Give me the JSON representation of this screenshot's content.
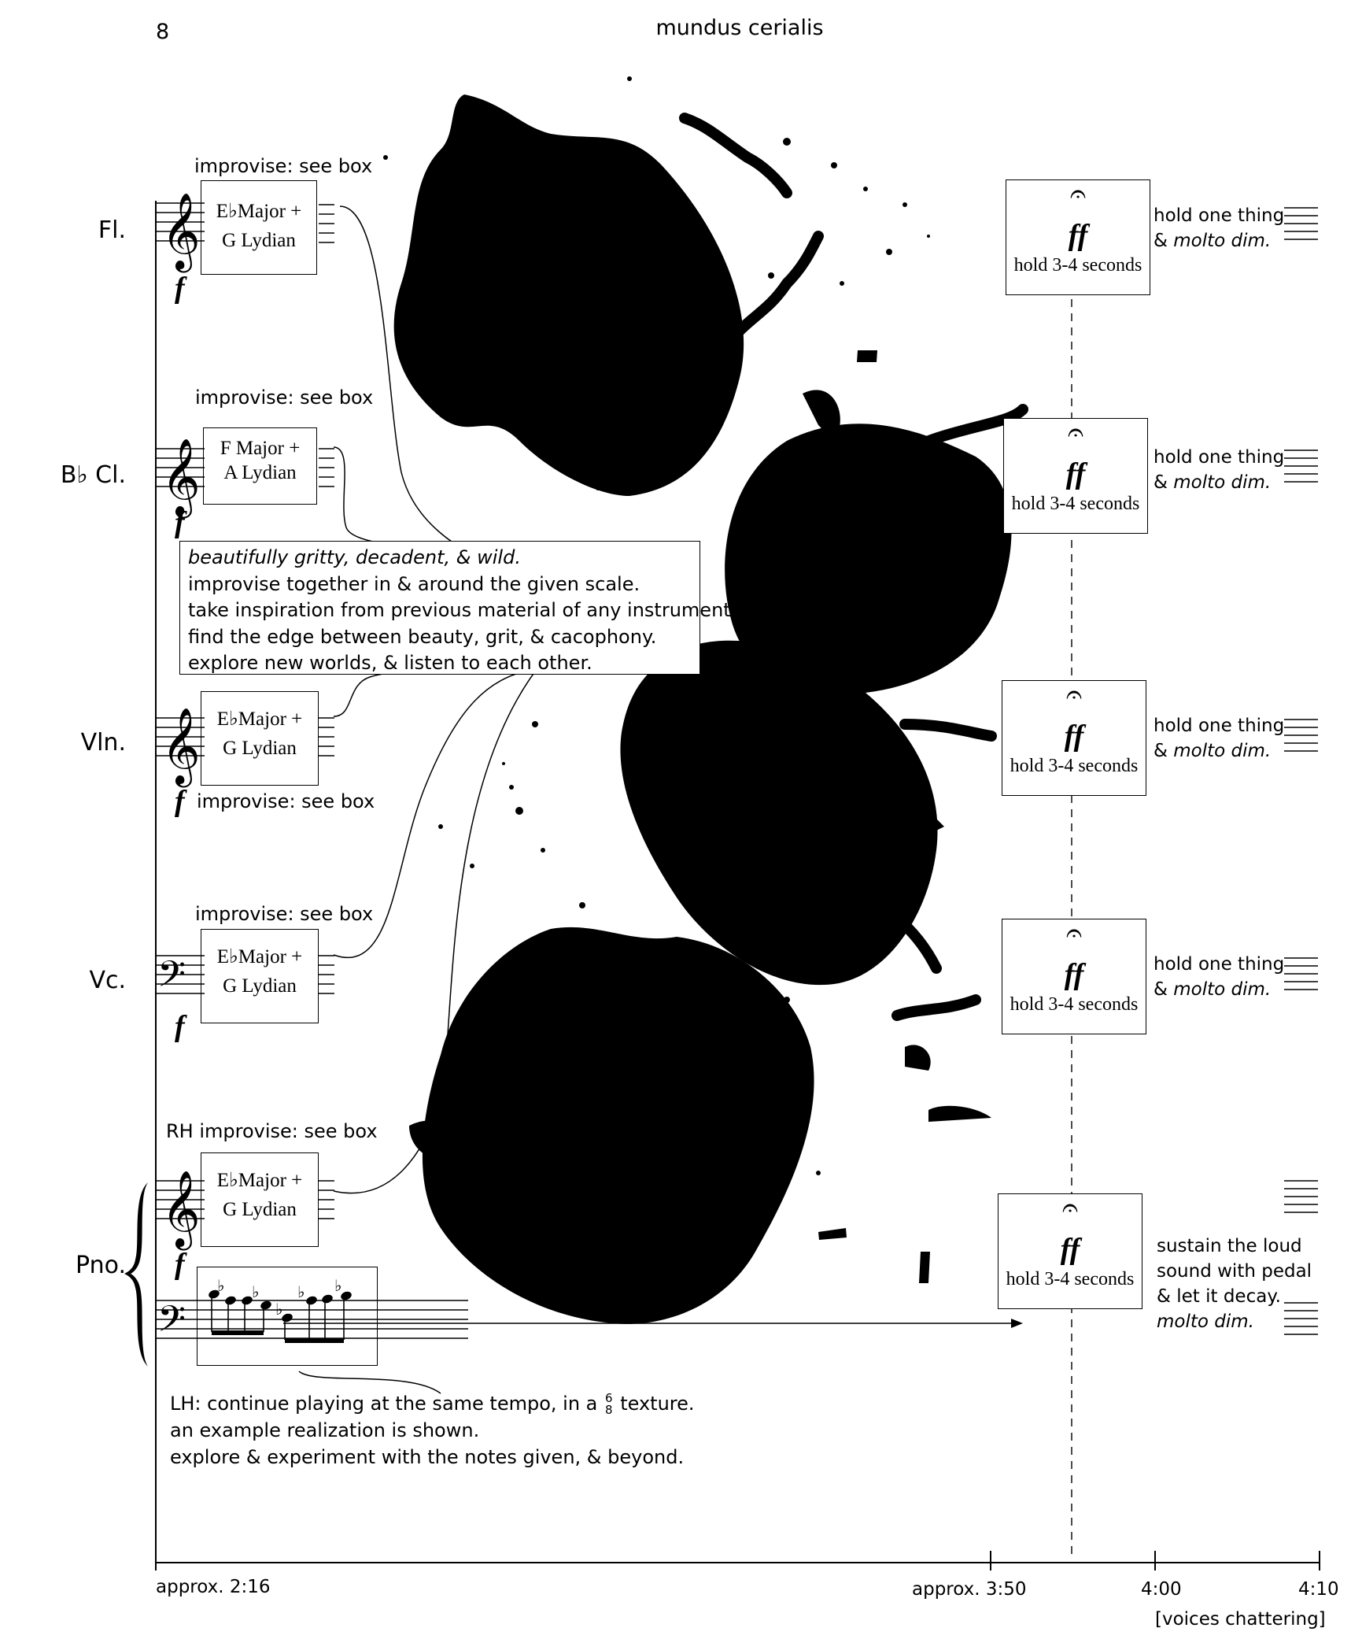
{
  "header": {
    "page_number": "8",
    "title": "mundus cerialis"
  },
  "instruments": [
    {
      "name": "Fl.",
      "improvise_label": "improvise: see box",
      "scale_line1": "E♭Major +",
      "scale_line2": "G Lydian",
      "dynamic": "f"
    },
    {
      "name": "B♭ Cl.",
      "improvise_label": "improvise: see box",
      "scale_line1": "F Major +",
      "scale_line2": "A Lydian",
      "dynamic": "f"
    },
    {
      "name": "Vln.",
      "improvise_label": "improvise: see box",
      "scale_line1": "E♭Major +",
      "scale_line2": "G Lydian",
      "dynamic": "f"
    },
    {
      "name": "Vc.",
      "improvise_label": "improvise: see box",
      "scale_line1": "E♭Major +",
      "scale_line2": "G Lydian",
      "dynamic": "f"
    },
    {
      "name": "Pno.",
      "improvise_label": "RH improvise: see box",
      "scale_line1": "E♭Major +",
      "scale_line2": "G Lydian",
      "dynamic": "f"
    }
  ],
  "instruction_box": {
    "line1": "beautifully gritty, decadent, & wild.",
    "line2": "improvise together in & around the given scale.",
    "line3": "take inspiration from previous material of any instrument.",
    "line4": "find the edge between beauty, grit, & cacophony.",
    "line5": "explore new worlds, & listen to each other."
  },
  "hold_box": {
    "dynamic": "ff",
    "text": "hold 3-4 seconds"
  },
  "hold_right": {
    "line1": "hold one thing",
    "line2_prefix": "& ",
    "line2_italic": "molto dim."
  },
  "piano_right": {
    "line1": "sustain the loud",
    "line2": "sound with pedal",
    "line3": "& let it decay.",
    "line4": "molto dim."
  },
  "lh_note": {
    "line1_pre": "LH: continue playing at the same tempo, in a",
    "time_sig_top": "6",
    "time_sig_bottom": "8",
    "line1_post": "texture.",
    "line2": "an example realization is shown.",
    "line3": "explore & experiment with the notes given, & beyond."
  },
  "timeline": {
    "start": "approx. 2:16",
    "mid": "approx. 3:50",
    "t1": "4:00",
    "t2": "4:10",
    "sub": "[voices chattering]"
  }
}
